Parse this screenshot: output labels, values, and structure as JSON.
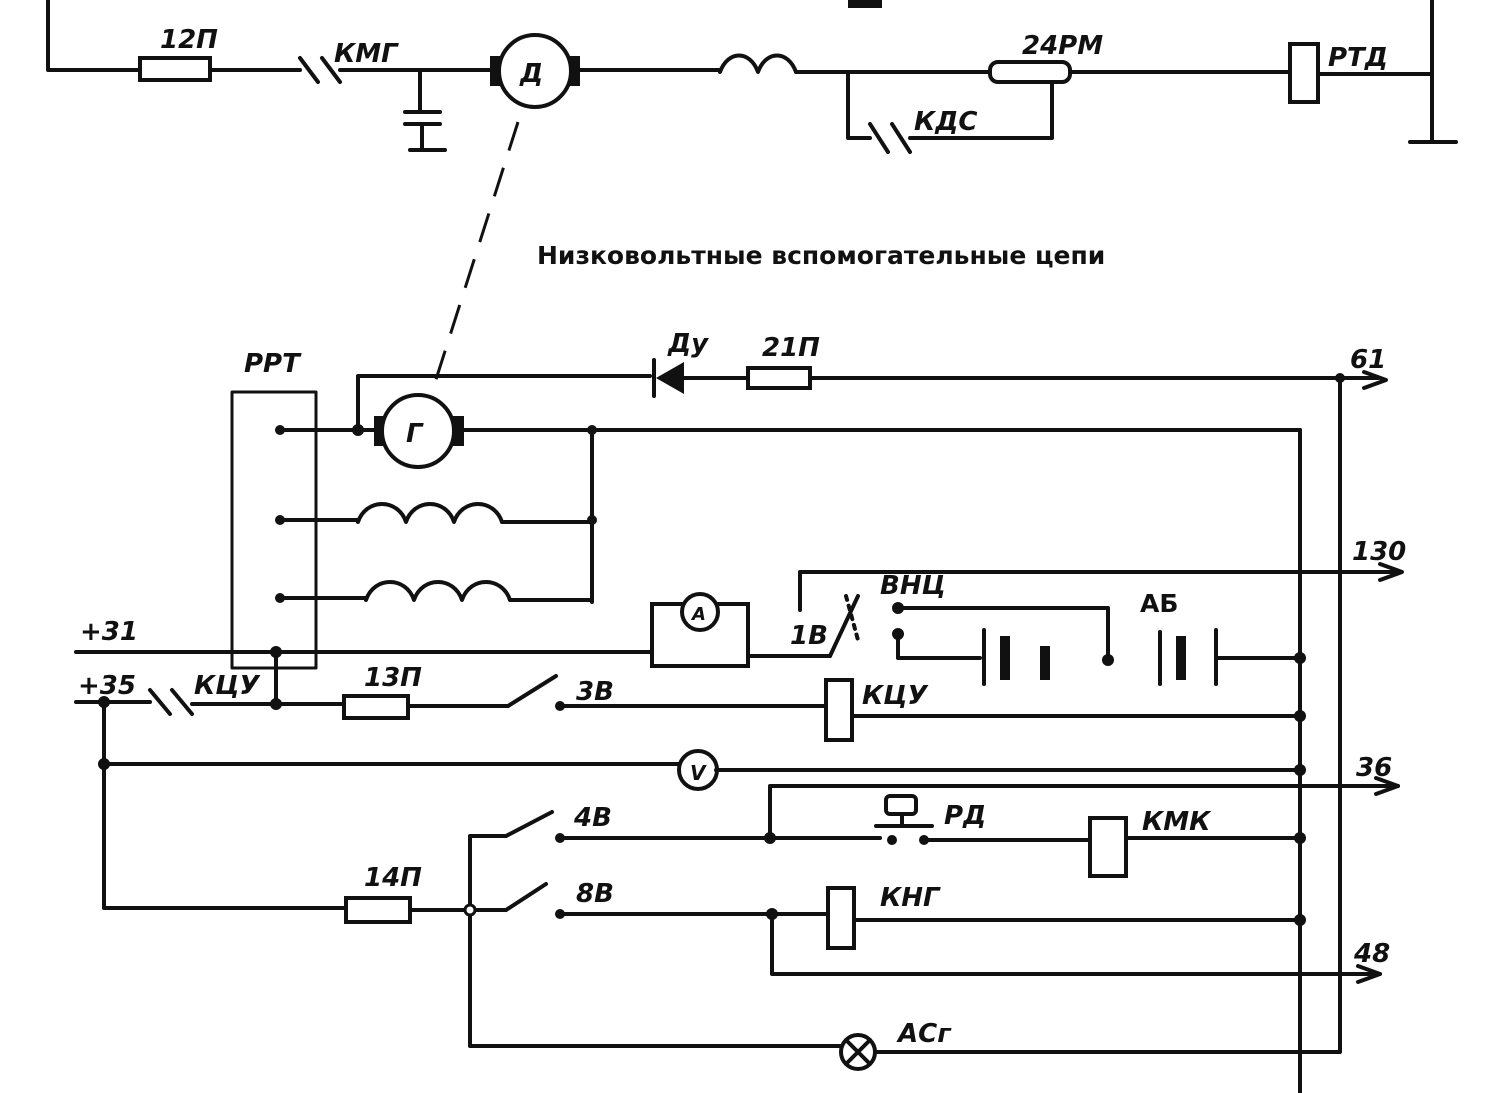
{
  "title": "Низковольтные вспомогательные цепи",
  "labels": {
    "fuse_12p": "12П",
    "kmg_top": "КМГ",
    "motor_d": "Д",
    "resistor_24rm": "24РМ",
    "rtd": "РТД",
    "kds": "КДС",
    "rrt": "РРТ",
    "diode_du": "Ду",
    "fuse_21p": "21П",
    "gen_g": "Г",
    "wire_61": "61",
    "wire_130": "130",
    "vnc": "ВНЦ",
    "ab": "АБ",
    "plus_31": "+31",
    "plus_35": "+35",
    "sw_1v": "1В",
    "kcu_contact": "КЦУ",
    "fuse_13p": "13П",
    "sw_3v": "3В",
    "kcu_coil": "КЦУ",
    "voltmeter": "V",
    "ammeter": "A",
    "wire_36": "36",
    "sw_4v": "4В",
    "rd": "РД",
    "kmk": "КМК",
    "fuse_14p": "14П",
    "sw_8v": "8В",
    "kng": "КНГ",
    "wire_48": "48",
    "lamp_acg": "АСг"
  }
}
